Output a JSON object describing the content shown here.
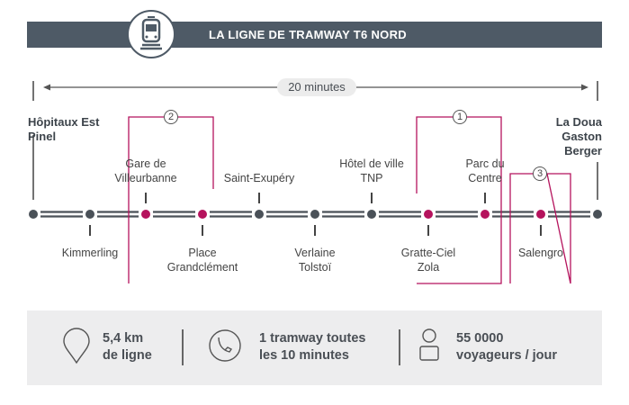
{
  "header": {
    "title": "LA LIGNE DE TRAMWAY T6 NORD",
    "icon": "tram-icon"
  },
  "duration": "20 minutes",
  "terminals": {
    "start": [
      "Hôpitaux Est",
      "Pinel"
    ],
    "end": [
      "La Doua",
      "Gaston",
      "Berger"
    ]
  },
  "stations": [
    {
      "name": [
        "Hôpitaux Est Pinel"
      ],
      "type": "terminal",
      "highlight": false
    },
    {
      "name": [
        "Kimmerling"
      ],
      "pos": "below",
      "highlight": false
    },
    {
      "name": [
        "Gare de",
        "Villeurbanne"
      ],
      "pos": "above",
      "highlight": true
    },
    {
      "name": [
        "Place",
        "Grandclément"
      ],
      "pos": "below",
      "highlight": true
    },
    {
      "name": [
        "Saint-Exupéry"
      ],
      "pos": "above",
      "highlight": false
    },
    {
      "name": [
        "Verlaine",
        "Tolstoï"
      ],
      "pos": "below",
      "highlight": false
    },
    {
      "name": [
        "Hôtel de ville",
        "TNP"
      ],
      "pos": "above",
      "highlight": false
    },
    {
      "name": [
        "Gratte-Ciel",
        "Zola"
      ],
      "pos": "below",
      "highlight": true
    },
    {
      "name": [
        "Parc du",
        "Centre"
      ],
      "pos": "above",
      "highlight": true
    },
    {
      "name": [
        "Salengro"
      ],
      "pos": "below",
      "highlight": true
    },
    {
      "name": [
        "La Doua Gaston Berger"
      ],
      "type": "terminal",
      "highlight": false
    }
  ],
  "zones": [
    "2",
    "1",
    "3"
  ],
  "stats": [
    {
      "icon": "location-pin-icon",
      "lines": [
        "5,4 km",
        "de ligne"
      ]
    },
    {
      "icon": "clock-icon",
      "lines": [
        "1 tramway toutes",
        "les 10 minutes"
      ]
    },
    {
      "icon": "person-icon",
      "lines": [
        "55 0000",
        "voyageurs / jour"
      ]
    }
  ],
  "colors": {
    "dark": "#4e5a66",
    "accent": "#b5135d",
    "station": "#4a5158"
  }
}
